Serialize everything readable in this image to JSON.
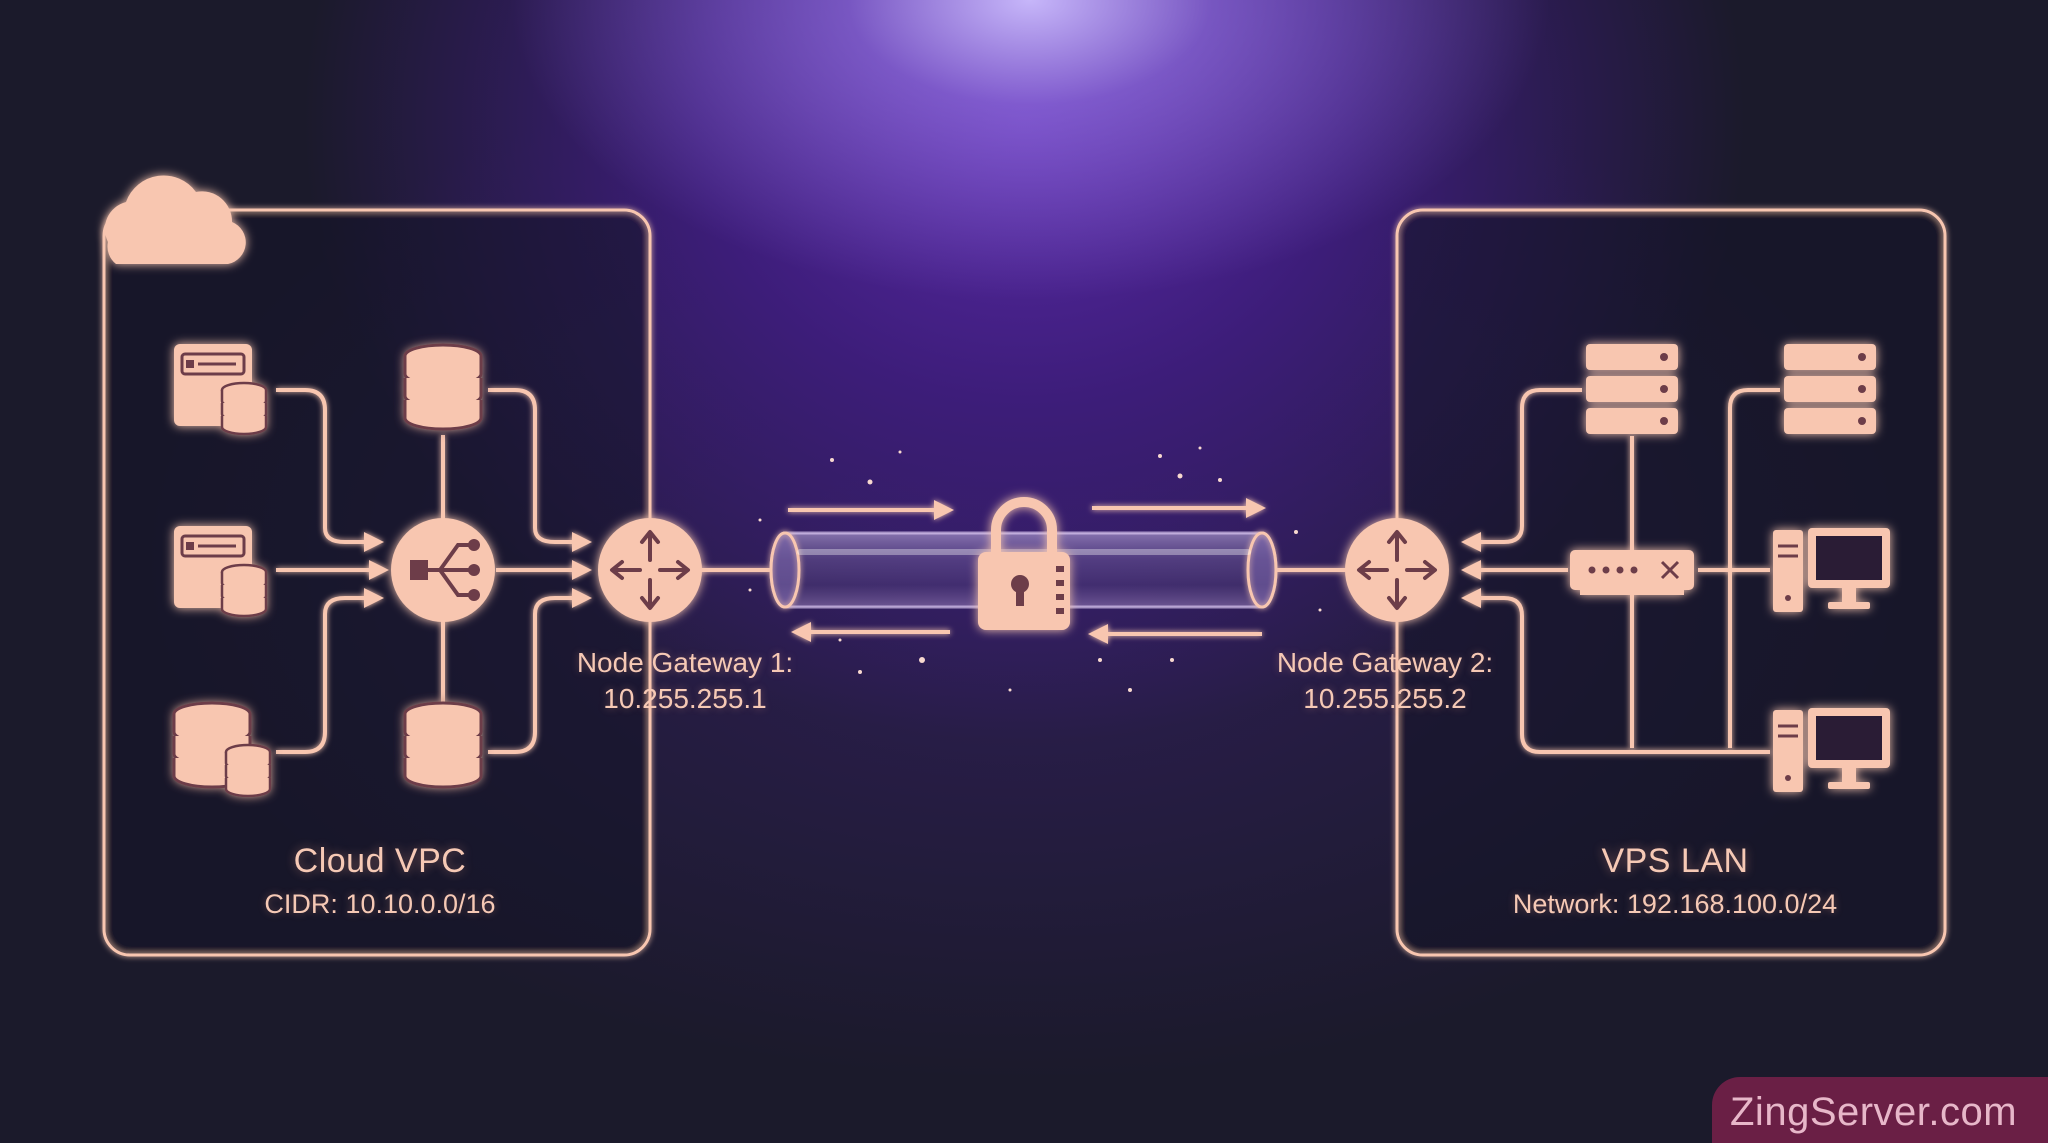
{
  "zones": {
    "left": {
      "title": "Cloud VPC",
      "subtitle": "CIDR: 10.10.0.0/16"
    },
    "right": {
      "title": "VPS LAN",
      "subtitle": "Network: 192.168.100.0/24"
    }
  },
  "gateways": {
    "left": {
      "name": "Node Gateway 1:",
      "ip": "10.255.255.1"
    },
    "right": {
      "name": "Node Gateway 2:",
      "ip": "10.255.255.2"
    }
  },
  "watermark": "ZingServer.com",
  "colors": {
    "accent": "#f8c6b0",
    "glow": "#ff9c7a",
    "background": "#1b1a2b",
    "purple": "#4a22a0",
    "watermark_bg": "#6a1f45"
  },
  "icons": {
    "cloud": "cloud-icon",
    "app_server": "app-server-database-icon",
    "database": "database-icon",
    "load_balancer": "load-balancer-icon",
    "router": "router-icon",
    "lock": "padlock-icon",
    "rack_server": "rack-server-icon",
    "switch": "network-switch-icon",
    "desktop": "desktop-computer-icon"
  }
}
